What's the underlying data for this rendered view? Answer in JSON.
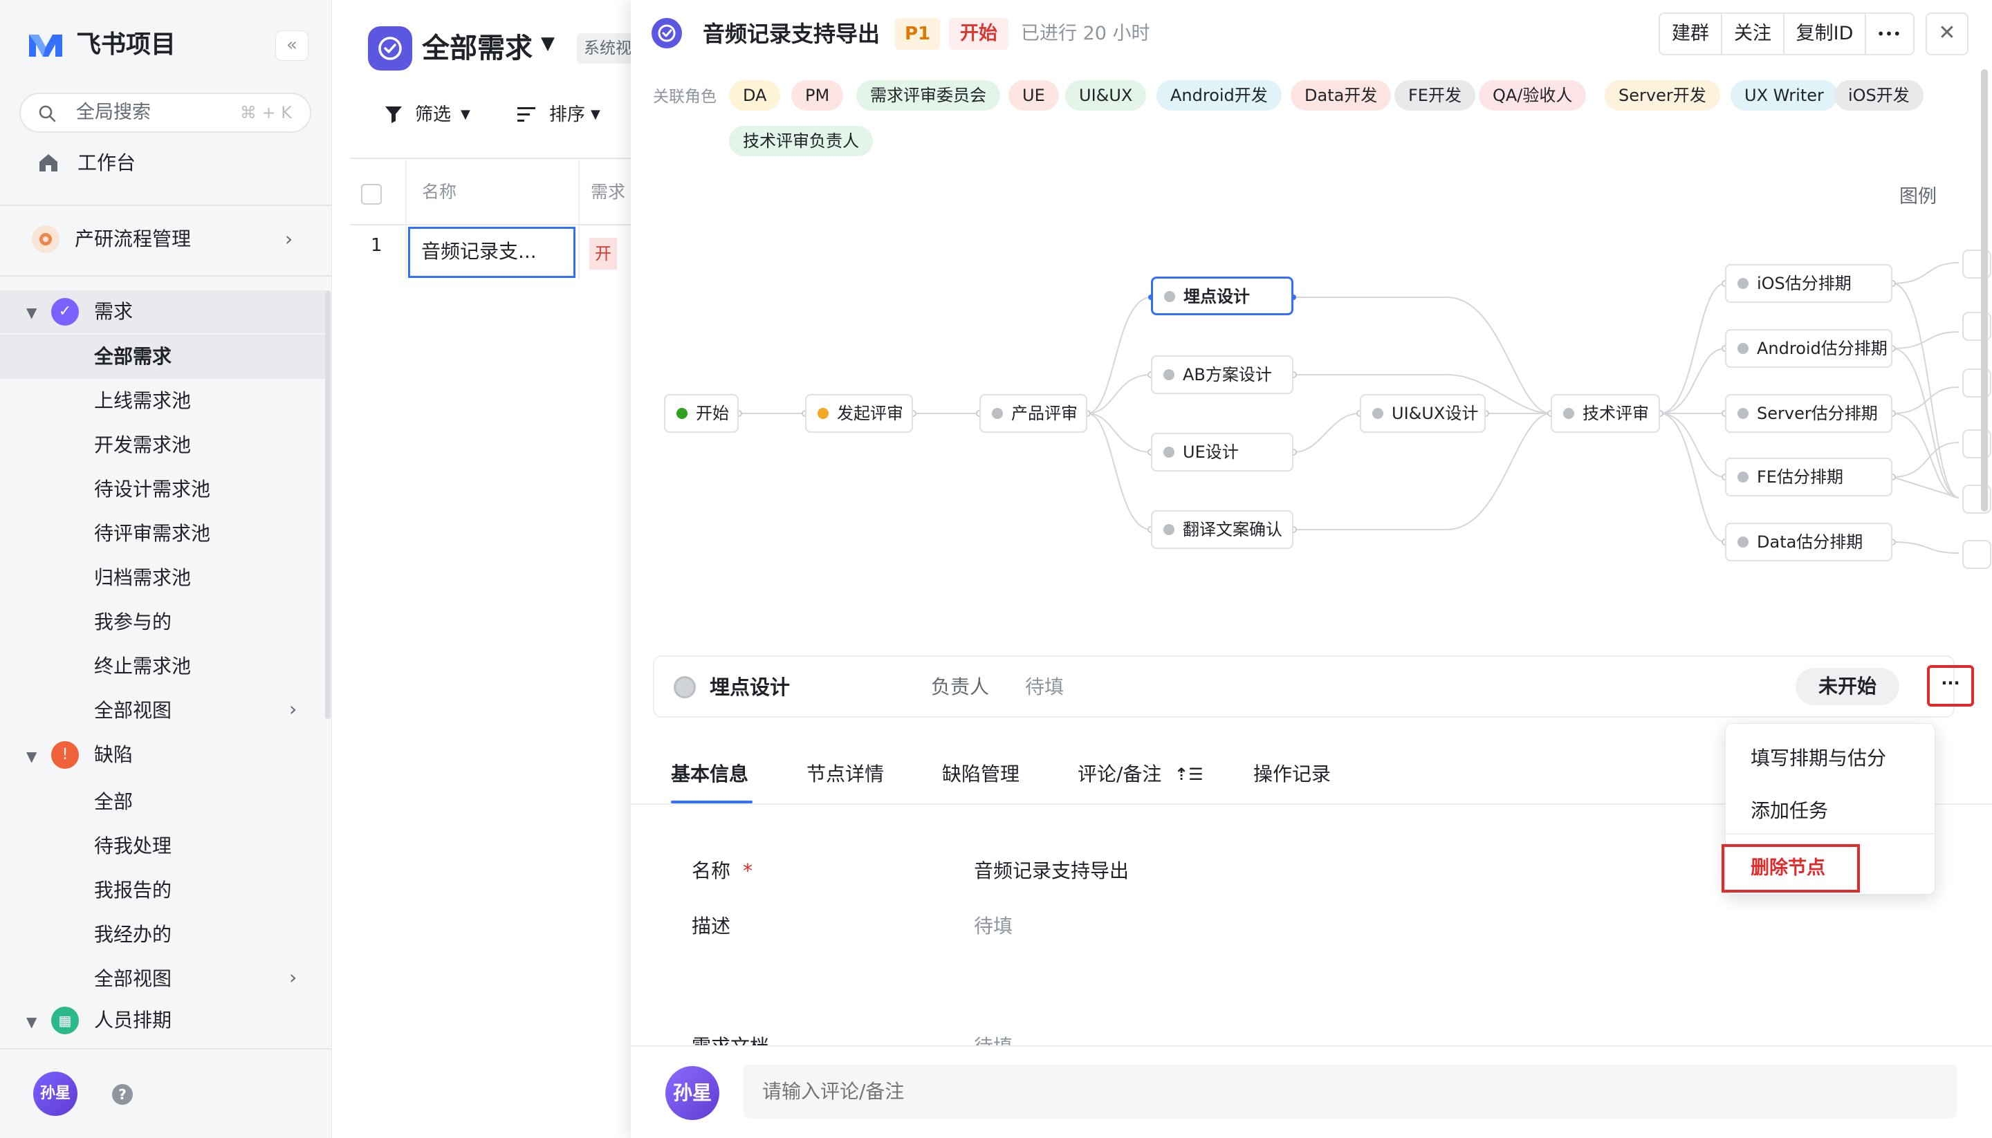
{
  "sidebar": {
    "app_name": "飞书项目",
    "collapse": "«",
    "search_label": "全局搜索",
    "search_shortcut": "⌘ + K",
    "workbench": "工作台",
    "process": "产研流程管理",
    "categories": [
      {
        "label": "需求",
        "subs": [
          "全部需求",
          "上线需求池",
          "开发需求池",
          "待设计需求池",
          "待评审需求池",
          "归档需求池",
          "我参与的",
          "终止需求池",
          "全部视图"
        ]
      },
      {
        "label": "缺陷",
        "subs": [
          "全部",
          "待我处理",
          "我报告的",
          "我经办的",
          "全部视图"
        ]
      },
      {
        "label": "人员排期",
        "subs": []
      }
    ],
    "user_initials": "孙星",
    "help": "?"
  },
  "middle": {
    "title": "全部需求",
    "sys_tag": "系统视",
    "filter": "筛选",
    "sort": "排序",
    "col_name": "名称",
    "col_req": "需求",
    "row_num": "1",
    "row_name": "音频记录支...",
    "row_status": "开"
  },
  "panel": {
    "title": "音频记录支持导出",
    "priority": "P1",
    "status": "开始",
    "elapsed": "已进行 20 小时",
    "buttons": [
      "建群",
      "关注",
      "复制ID",
      "•••"
    ],
    "close": "✕",
    "roles_label": "关联角色",
    "roles": [
      {
        "label": "DA",
        "bg": "#fff4d6"
      },
      {
        "label": "PM",
        "bg": "#fde5e1"
      },
      {
        "label": "需求评审委员会",
        "bg": "#e3f5e8"
      },
      {
        "label": "UE",
        "bg": "#fde5e1"
      },
      {
        "label": "UI&UX",
        "bg": "#e3f5e8"
      },
      {
        "label": "Android开发",
        "bg": "#e0f3f8"
      },
      {
        "label": "Data开发",
        "bg": "#fde5e1"
      },
      {
        "label": "FE开发",
        "bg": "#e8e9eb"
      },
      {
        "label": "QA/验收人",
        "bg": "#fde5e7"
      },
      {
        "label": "Server开发",
        "bg": "#fdf3dc"
      },
      {
        "label": "UX Writer",
        "bg": "#e0f3f8"
      },
      {
        "label": "iOS开发",
        "bg": "#e8e9eb"
      },
      {
        "label": "技术评审负责人",
        "bg": "#e3f5e8"
      }
    ],
    "legend": "图例",
    "flow_nodes": {
      "start": "开始",
      "review_start": "发起评审",
      "product_review": "产品评审",
      "tracking": "埋点设计",
      "ab": "AB方案设计",
      "ue": "UE设计",
      "translate": "翻译文案确认",
      "uiux": "UI&UX设计",
      "tech_review": "技术评审",
      "ios": "iOS估分排期",
      "android": "Android估分排期",
      "server": "Server估分排期",
      "fe": "FE估分排期",
      "data": "Data估分排期"
    },
    "node_bar": {
      "name": "埋点设计",
      "owner_label": "负责人",
      "owner_value": "待填",
      "status": "未开始",
      "more": "···"
    },
    "tabs": [
      "基本信息",
      "节点详情",
      "缺陷管理",
      "评论/备注",
      "操作记录"
    ],
    "tab_sort_icon": "⇡☰",
    "fields": [
      {
        "label": "名称",
        "value": "音频记录支持导出"
      },
      {
        "label": "描述",
        "value": "待填"
      },
      {
        "label": "需求文档",
        "value": "待填"
      }
    ],
    "required_mark": "*",
    "comment_placeholder": "请输入评论/备注",
    "footer_avatar": "孙星"
  },
  "dropdown": {
    "items": [
      "填写排期与估分",
      "添加任务",
      "删除节点"
    ]
  },
  "colors": {
    "accent": "#3370ff",
    "danger": "#e02b2b",
    "brand_purple": "#5b57e0"
  }
}
